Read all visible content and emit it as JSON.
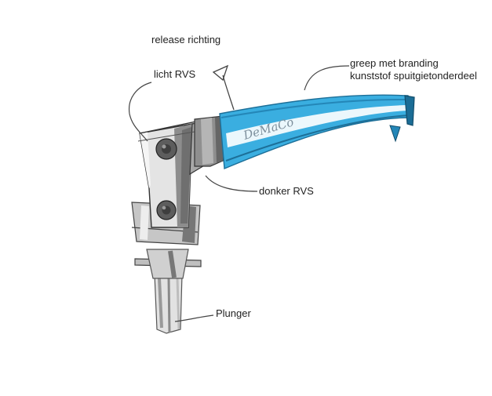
{
  "annotations": {
    "release_direction": "release richting",
    "light_stainless": "licht RVS",
    "grip_line1": "greep met branding",
    "grip_line2": "kunststof spuitgietonderdeel",
    "dark_stainless": "donker RVS",
    "plunger": "Plunger"
  },
  "branding_text": "DeMaCo",
  "colors": {
    "grip_blue": "#3aaee0",
    "grip_highlight": "#ffffff",
    "steel_light": "#d9d9d9",
    "steel_dark": "#8c8c8c",
    "ink": "#333333"
  }
}
